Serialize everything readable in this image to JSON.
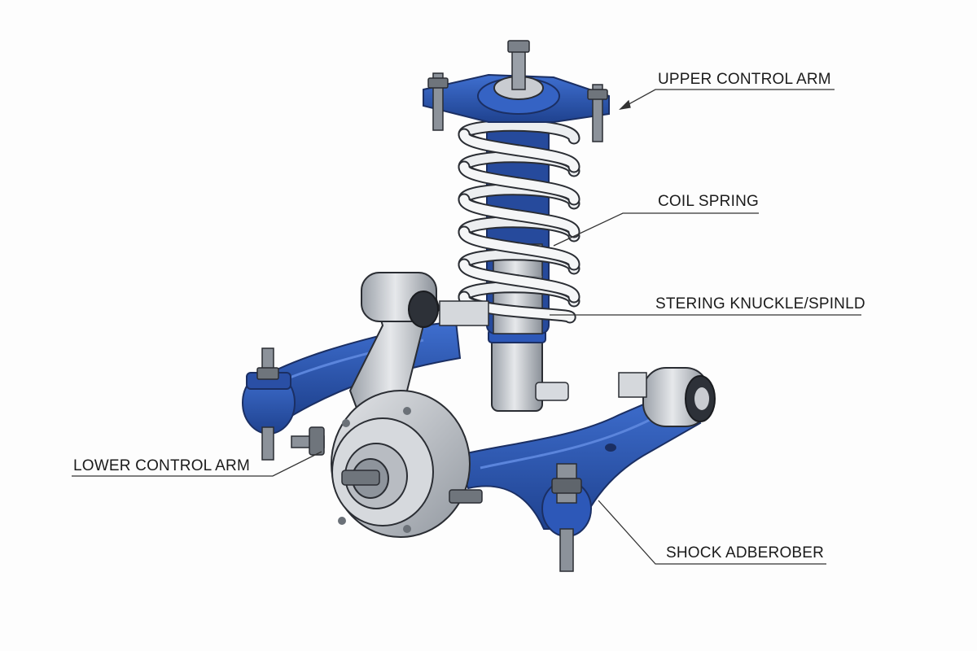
{
  "diagram": {
    "callouts": [
      {
        "id": "upper",
        "text": "UPPER CONTROL ARM"
      },
      {
        "id": "coil",
        "text": "COIL SPRING"
      },
      {
        "id": "knuckle",
        "text": "STERING KNUCKLE/SPINLD"
      },
      {
        "id": "lower",
        "text": "LOWER CONTROL ARM"
      },
      {
        "id": "shock",
        "text": "SHOCK ADBEROBER"
      }
    ],
    "colors": {
      "arm_blue": "#2d58b8",
      "arm_blue_dark": "#1d3f8c",
      "steel": "#c7cbd1",
      "steel_dark": "#8e949c",
      "spring": "#e9eaec",
      "outline": "#2a2d33",
      "leader": "#333333"
    },
    "icons": [
      "bolt-icon",
      "nut-icon",
      "bushing-icon",
      "hub-icon"
    ]
  }
}
